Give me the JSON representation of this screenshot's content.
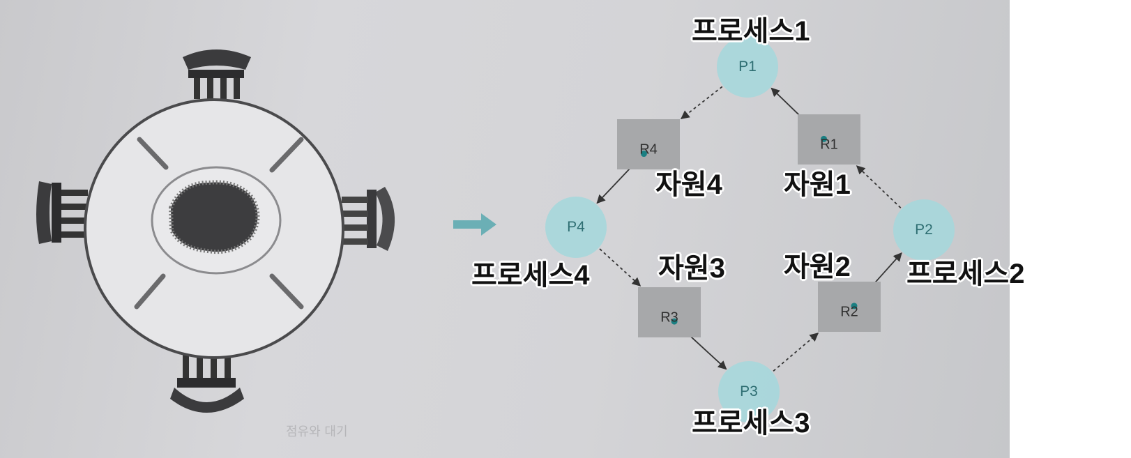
{
  "processes": [
    {
      "id": "P1",
      "label": "P1",
      "caption": "프로세스1"
    },
    {
      "id": "P2",
      "label": "P2",
      "caption": "프로세스2"
    },
    {
      "id": "P3",
      "label": "P3",
      "caption": "프로세스3"
    },
    {
      "id": "P4",
      "label": "P4",
      "caption": "프로세스4"
    }
  ],
  "resources": [
    {
      "id": "R1",
      "label": "R1",
      "caption": "자원1"
    },
    {
      "id": "R2",
      "label": "R2",
      "caption": "자원2"
    },
    {
      "id": "R3",
      "label": "R3",
      "caption": "자원3"
    },
    {
      "id": "R4",
      "label": "R4",
      "caption": "자원4"
    }
  ],
  "edges": [
    {
      "from": "R1",
      "to": "P1",
      "kind": "allocated"
    },
    {
      "from": "P1",
      "to": "R4",
      "kind": "waiting"
    },
    {
      "from": "R4",
      "to": "P4",
      "kind": "allocated"
    },
    {
      "from": "P4",
      "to": "R3",
      "kind": "waiting"
    },
    {
      "from": "R3",
      "to": "P3",
      "kind": "allocated"
    },
    {
      "from": "P3",
      "to": "R2",
      "kind": "waiting"
    },
    {
      "from": "R2",
      "to": "P2",
      "kind": "allocated"
    },
    {
      "from": "P2",
      "to": "R1",
      "kind": "waiting"
    }
  ],
  "colors": {
    "process_fill": "#a6d7db",
    "resource_fill": "#a7a8aa",
    "dot": "#1a7f82",
    "arrow_icon": "#6bafb5"
  },
  "faint_text": {
    "bottom_caption": "점유와 대기"
  }
}
